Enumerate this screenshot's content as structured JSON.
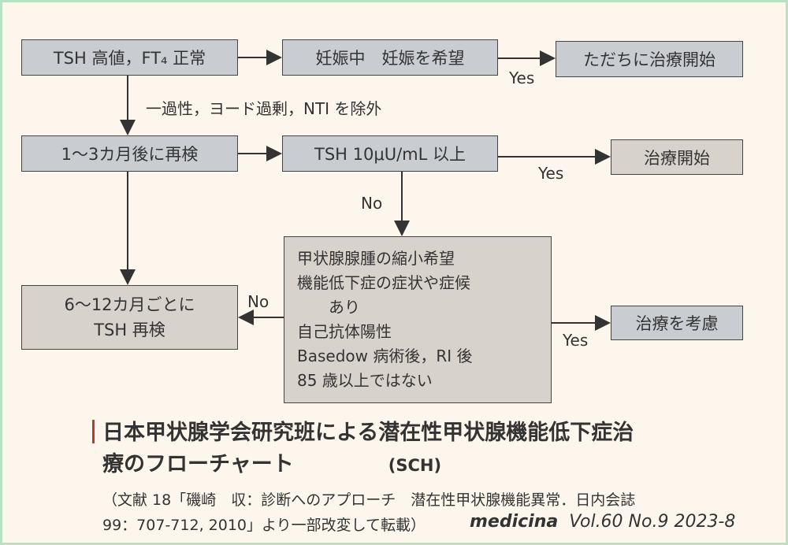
{
  "boxes": {
    "start": "TSH 高値，FT₄ 正常",
    "pregnancy": "妊娠中　妊娠を希望",
    "immediate": "ただちに治療開始",
    "recheck": "1〜3カ月後に再検",
    "tsh10": "TSH 10μU/mL 以上",
    "treat": "治療開始",
    "conditions": [
      "甲状腺腺腫の縮小希望",
      "機能低下症の症状や症候",
      "　あり",
      "自己抗体陽性",
      "Basedow 病術後，RI 後",
      "85 歳以上ではない"
    ],
    "periodic": [
      "6〜12カ月ごとに",
      "TSH 再検"
    ],
    "consider": "治療を考慮"
  },
  "labels": {
    "exclude": "一過性，ヨード過剰，NTI を除外",
    "yes1": "Yes",
    "yes2": "Yes",
    "yes3": "Yes",
    "no1": "No",
    "no2": "No"
  },
  "caption": {
    "title_line1": "日本甲状腺学会研究班による潜在性甲状腺機能低下症治",
    "title_line2": "療のフローチャート",
    "title_abbr": "(SCH)",
    "cite_line1": "（文献 18「磯崎　収：診断へのアプローチ　潜在性甲状腺機能異常．日内会誌",
    "cite_line2": "99：707-712, 2010」より一部改変して転載）",
    "journal": "medicina",
    "issue": "Vol.60  No.9  2023-8"
  },
  "colors": {
    "box": "#c9cdd1",
    "box_warm": "#d8d2cc",
    "background": "#fdf6ec",
    "frame": "#b9e0c2",
    "accent": "#c0392b"
  }
}
